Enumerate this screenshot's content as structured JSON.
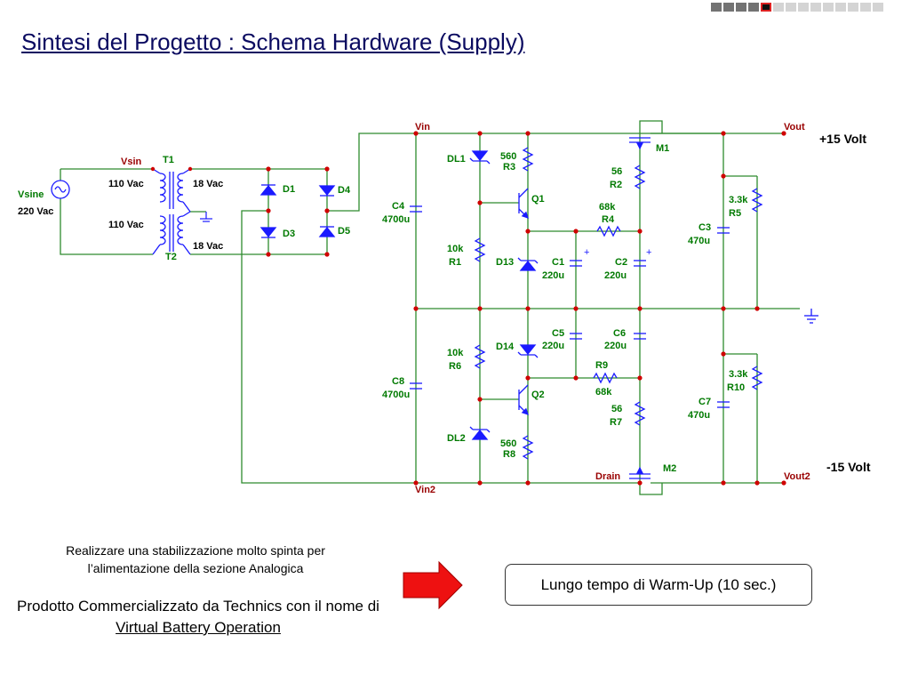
{
  "slide": {
    "title": "Sintesi del Progetto : Schema Hardware (Supply)",
    "progress": {
      "total": 14,
      "current": 5
    }
  },
  "schematic": {
    "nets": {
      "vsin": "Vsin",
      "vin": "Vin",
      "vin2": "Vin2",
      "vout": "Vout",
      "vout2": "Vout2",
      "drain": "Drain"
    },
    "source": {
      "name": "Vsine",
      "value": "220 Vac"
    },
    "transformers": {
      "t1": "T1",
      "t2": "T2",
      "primary1": "110 Vac",
      "primary2": "110 Vac",
      "secondary1": "18 Vac",
      "secondary2": "18 Vac"
    },
    "diodes": {
      "d1": "D1",
      "d3": "D3",
      "d4": "D4",
      "d5": "D5"
    },
    "zeners": {
      "dl1": "DL1",
      "dl2": "DL2",
      "d13": "D13",
      "d14": "D14"
    },
    "transistors": {
      "q1": "Q1",
      "q2": "Q2",
      "m1": "M1",
      "m2": "M2"
    },
    "capacitors": {
      "c1": {
        "name": "C1",
        "value": "220u"
      },
      "c2": {
        "name": "C2",
        "value": "220u"
      },
      "c3": {
        "name": "C3",
        "value": "470u"
      },
      "c4": {
        "name": "C4",
        "value": "4700u"
      },
      "c5": {
        "name": "C5",
        "value": "220u"
      },
      "c6": {
        "name": "C6",
        "value": "220u"
      },
      "c7": {
        "name": "C7",
        "value": "470u"
      },
      "c8": {
        "name": "C8",
        "value": "4700u"
      }
    },
    "resistors": {
      "r1": {
        "name": "R1",
        "value": "10k"
      },
      "r2": {
        "name": "R2",
        "value": "56"
      },
      "r3": {
        "name": "R3",
        "value": "560"
      },
      "r4": {
        "name": "R4",
        "value": "68k"
      },
      "r5": {
        "name": "R5",
        "value": "3.3k"
      },
      "r6": {
        "name": "R6",
        "value": "10k"
      },
      "r7": {
        "name": "R7",
        "value": "56"
      },
      "r8": {
        "name": "R8",
        "value": "560"
      },
      "r9": {
        "name": "R9",
        "value": "68k"
      },
      "r10": {
        "name": "R10",
        "value": "3.3k"
      }
    },
    "outputs": {
      "pos": "+15 Volt",
      "neg": "-15 Volt"
    },
    "polarity": "+"
  },
  "notes": {
    "line1": "Realizzare una stabilizzazione molto spinta per l’alimentazione della sezione Analogica",
    "line2_prefix": "Prodotto Commercializzato da Technics con il nome di ",
    "line2_link": "Virtual Battery Operation",
    "box": "Lungo tempo di Warm-Up (10 sec.)"
  },
  "colors": {
    "wire": "#2e8b2e",
    "component": "#1a1aff",
    "node": "#d00000",
    "net_label": "#990000",
    "comp_label": "#007a00",
    "arrow": "#ee1111"
  }
}
